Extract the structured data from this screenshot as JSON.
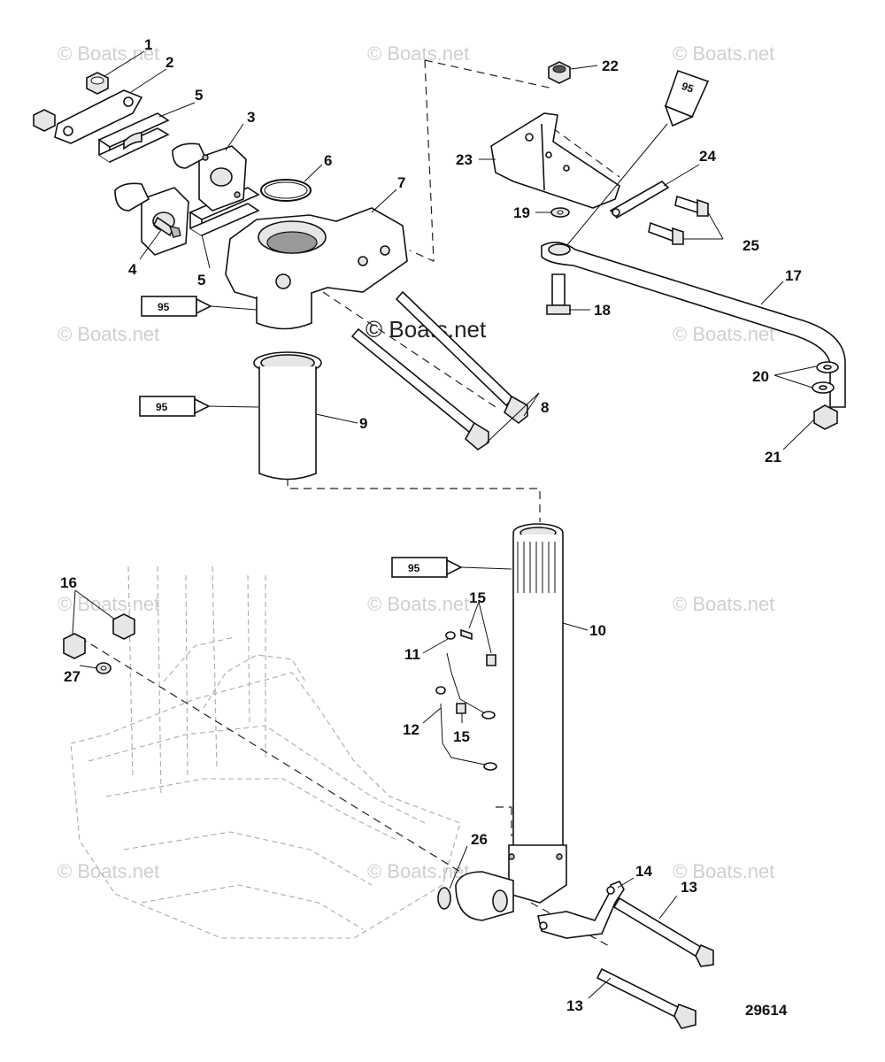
{
  "diagram": {
    "figure_number": "29614",
    "watermark": "© Boats.net",
    "center_watermark": "© Boats.net",
    "tube_label": "95",
    "callouts": {
      "c1": "1",
      "c2": "2",
      "c3": "3",
      "c4": "4",
      "c5a": "5",
      "c5b": "5",
      "c6": "6",
      "c7": "7",
      "c8": "8",
      "c9": "9",
      "c10": "10",
      "c11": "11",
      "c12": "12",
      "c13a": "13",
      "c13b": "13",
      "c14": "14",
      "c15a": "15",
      "c15b": "15",
      "c16": "16",
      "c17": "17",
      "c18": "18",
      "c19": "19",
      "c20": "20",
      "c21": "21",
      "c22": "22",
      "c23": "23",
      "c24": "24",
      "c25": "25",
      "c26": "26",
      "c27": "27"
    }
  }
}
